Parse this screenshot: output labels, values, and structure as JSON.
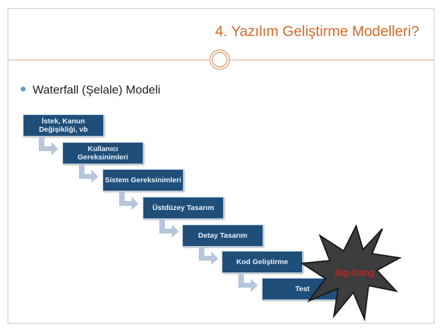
{
  "slide": {
    "title": "4. Yazılım Geliştirme Modelleri?",
    "bullet": "Waterfall (Şelale) Modeli"
  },
  "waterfall": {
    "steps": [
      "İstek, Kanun Değişikliği, vb",
      "Kullanıcı Gereksinimleri",
      "Sistem Gereksinimleri",
      "Üstdüzey Tasarım",
      "Detay Tasarım",
      "Kod Geliştirme",
      "Test"
    ],
    "colors": {
      "box": "#1f4e79",
      "arrow": "#b7c6dc"
    }
  },
  "callout": {
    "label": "Big-Bang",
    "colors": {
      "fill": "#3d3d3d",
      "text": "#e02020",
      "border": "#1a1a1a"
    }
  },
  "theme": {
    "title_color": "#d06a2a",
    "rule_color": "#d9a57a",
    "bullet_color": "#5b9bd5"
  }
}
